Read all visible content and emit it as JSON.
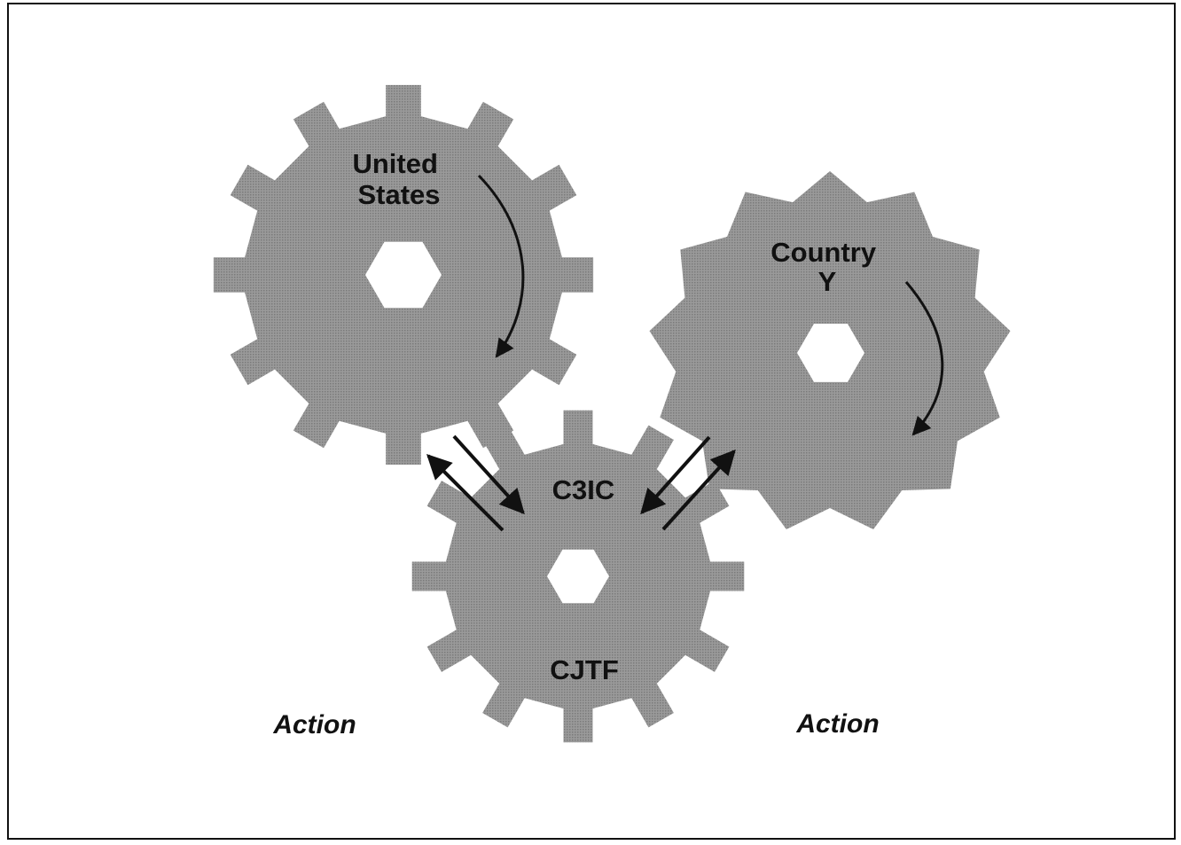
{
  "gears": [
    {
      "id": "united-states",
      "label_lines": [
        "United",
        "States"
      ]
    },
    {
      "id": "country-y",
      "label_lines": [
        "Country",
        "Y"
      ]
    },
    {
      "id": "cjtf",
      "label_lines": [
        "CJTF"
      ]
    }
  ],
  "center_label": "C3IC",
  "action_left": "Action",
  "action_right": "Action",
  "colors": {
    "gear_fill": "#8e8e8e",
    "gear_dark": "#6f6f6f",
    "ink": "#111111",
    "background": "#ffffff"
  }
}
